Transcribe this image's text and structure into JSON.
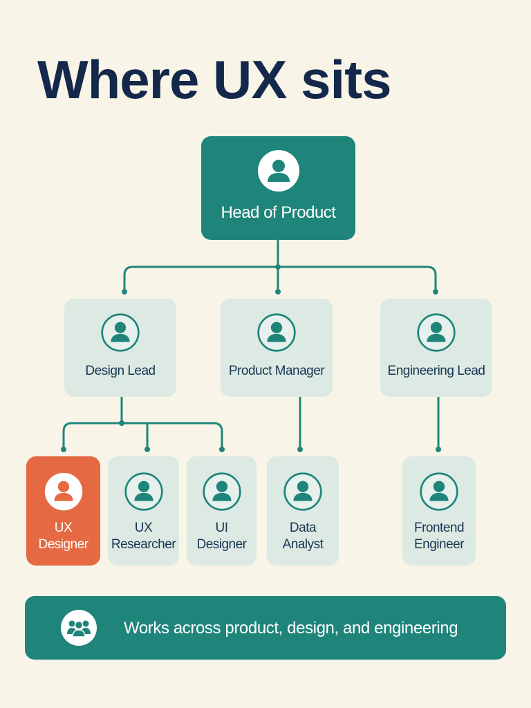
{
  "title": "Where UX sits",
  "nodes": {
    "head_of_product": {
      "label": "Head of Product"
    },
    "design_lead": {
      "label": "Design Lead"
    },
    "product_manager": {
      "label": "Product Manager"
    },
    "engineering_lead": {
      "label": "Engineering Lead"
    },
    "ux_designer": {
      "label": "UX\nDesigner",
      "highlighted": true
    },
    "ux_researcher": {
      "label": "UX\nResearcher"
    },
    "ui_designer": {
      "label": "UI\nDesigner"
    },
    "data_analyst": {
      "label": "Data\nAnalyst"
    },
    "frontend_engineer": {
      "label": "Frontend\nEngineer"
    }
  },
  "banner": {
    "text": "Works across product, design, and engineering",
    "icon": "team-icon"
  },
  "icons": {
    "node": "person-avatar-icon",
    "banner": "team-icon"
  },
  "colors": {
    "background": "#f8f4e8",
    "title": "#13284a",
    "teal": "#1f857b",
    "light_node": "#dde9e3",
    "highlight": "#e56a43"
  }
}
